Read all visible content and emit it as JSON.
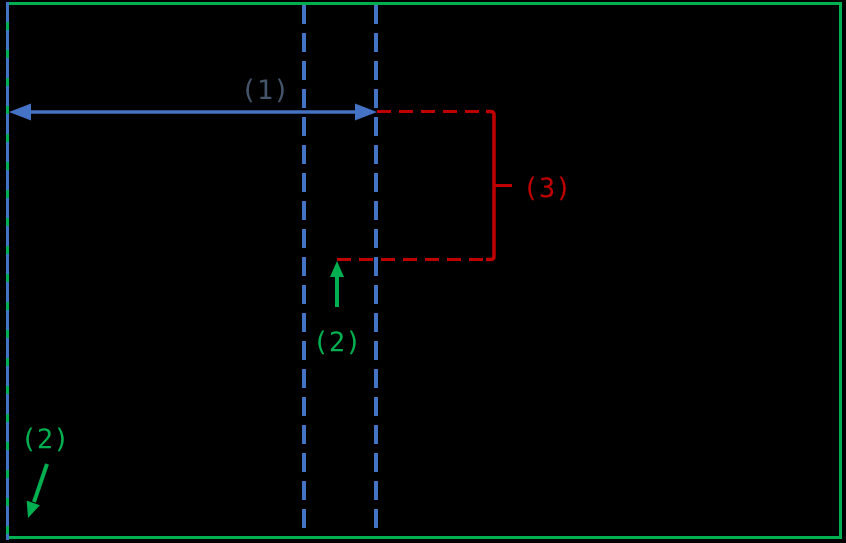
{
  "figure": {
    "description": "black slide with green frame, dashed construction lines and three dimension annotations",
    "labels": {
      "dimension_1": "(1)",
      "dimension_2_middle": "(2)",
      "dimension_2_corner": "(2)",
      "dimension_3": "(3)"
    }
  },
  "colors": {
    "background": "#000000",
    "frame-green": "#00B050",
    "guide-blue": "#4472C4",
    "dimension-red": "#C00000",
    "label-slate": "#44546A"
  }
}
